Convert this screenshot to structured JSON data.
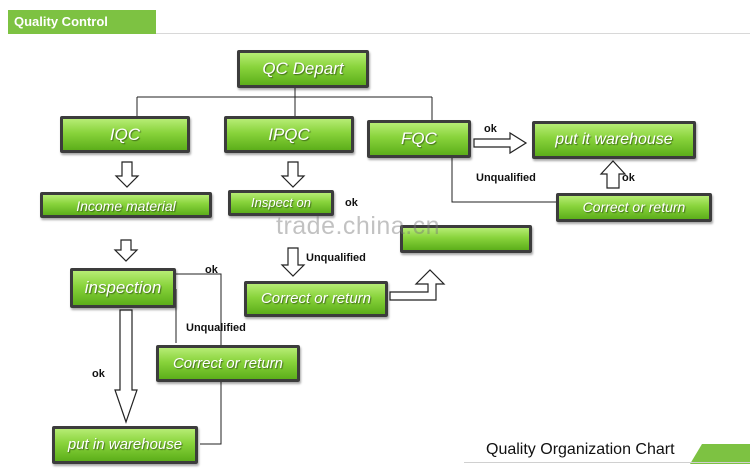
{
  "header": {
    "title": "Quality Control"
  },
  "nodes": {
    "qc_depart": "QC Depart",
    "iqc": "IQC",
    "ipqc": "IPQC",
    "fqc": "FQC",
    "put_it_warehouse": "put  it warehouse",
    "income_material": "Income material",
    "inspect_on": "Inspect on",
    "blank_box": "",
    "correct_return_right": "Correct or return",
    "inspection": "inspection",
    "correct_return_mid": "Correct or return",
    "correct_return_left": "Correct or return",
    "put_in_warehouse": "put in warehouse"
  },
  "labels": {
    "ok_fqc": "ok",
    "unqualified_fqc": "Unqualified",
    "ok_warehouse": "ok",
    "ok_ipqc": "ok",
    "unqualified_ipqc": "Unqualified",
    "ok_inspection": "ok",
    "unqualified_inspection": "Unqualified",
    "ok_down": "ok"
  },
  "watermark": "trade.china.cn",
  "footer": {
    "title": "Quality Organization Chart"
  },
  "colors": {
    "accent": "#7dc242",
    "box_border": "#3c3c3c",
    "line": "#222222"
  }
}
